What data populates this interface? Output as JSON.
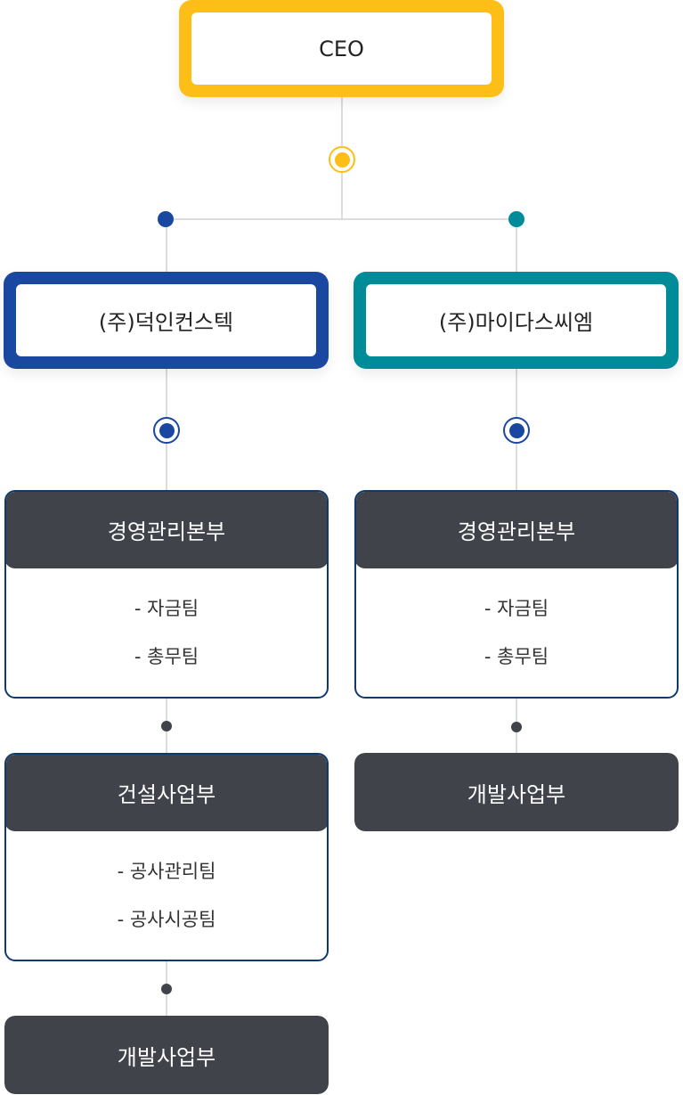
{
  "ceo": {
    "label": "CEO",
    "color": "#FDBE17"
  },
  "companies": [
    {
      "name": "(주)덕인컨스텍",
      "color": "#1A47A0",
      "departments": [
        {
          "name": "경영관리본부",
          "teams": [
            "- 자금팀",
            "- 총무팀"
          ]
        },
        {
          "name": "건설사업부",
          "teams": [
            "- 공사관리팀",
            "- 공사시공팀"
          ]
        },
        {
          "name": "개발사업부",
          "teams": []
        }
      ]
    },
    {
      "name": "(주)마이다스씨엠",
      "color": "#008B99",
      "departments": [
        {
          "name": "경영관리본부",
          "teams": [
            "- 자금팀",
            "- 총무팀"
          ]
        },
        {
          "name": "개발사업부",
          "teams": []
        }
      ]
    }
  ]
}
